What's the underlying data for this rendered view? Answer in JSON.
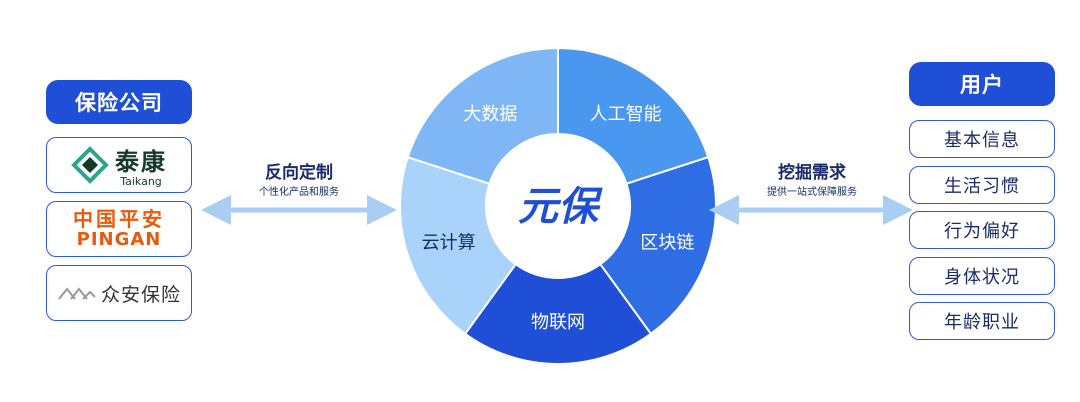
{
  "left": {
    "header": "保险公司",
    "companies": {
      "taikang_cn": "泰康",
      "taikang_en": "Taikang",
      "pingan_cn": "中国平安",
      "pingan_en": "PINGAN",
      "zhongan": "众安保险"
    }
  },
  "left_link": {
    "title": "反向定制",
    "subtitle": "个性化产品和服务"
  },
  "center": {
    "label": "元保",
    "segments": [
      "人工智能",
      "区块链",
      "物联网",
      "云计算",
      "大数据"
    ]
  },
  "right_link": {
    "title": "挖掘需求",
    "subtitle": "提供一站式保障服务"
  },
  "right": {
    "header": "用户",
    "items": [
      "基本信息",
      "生活习惯",
      "行为偏好",
      "身体状况",
      "年龄职业"
    ]
  },
  "colors": {
    "navy": "#1f4fd6",
    "text_dark": "#1a2b6b",
    "arrow": "#a9cdf3",
    "segment_ai": "#4a97ef",
    "segment_blockchain": "#2f6de4",
    "segment_iot": "#1f4fd6",
    "segment_cloud": "#a9d3fb",
    "segment_bigdata": "#7fb7f6"
  }
}
